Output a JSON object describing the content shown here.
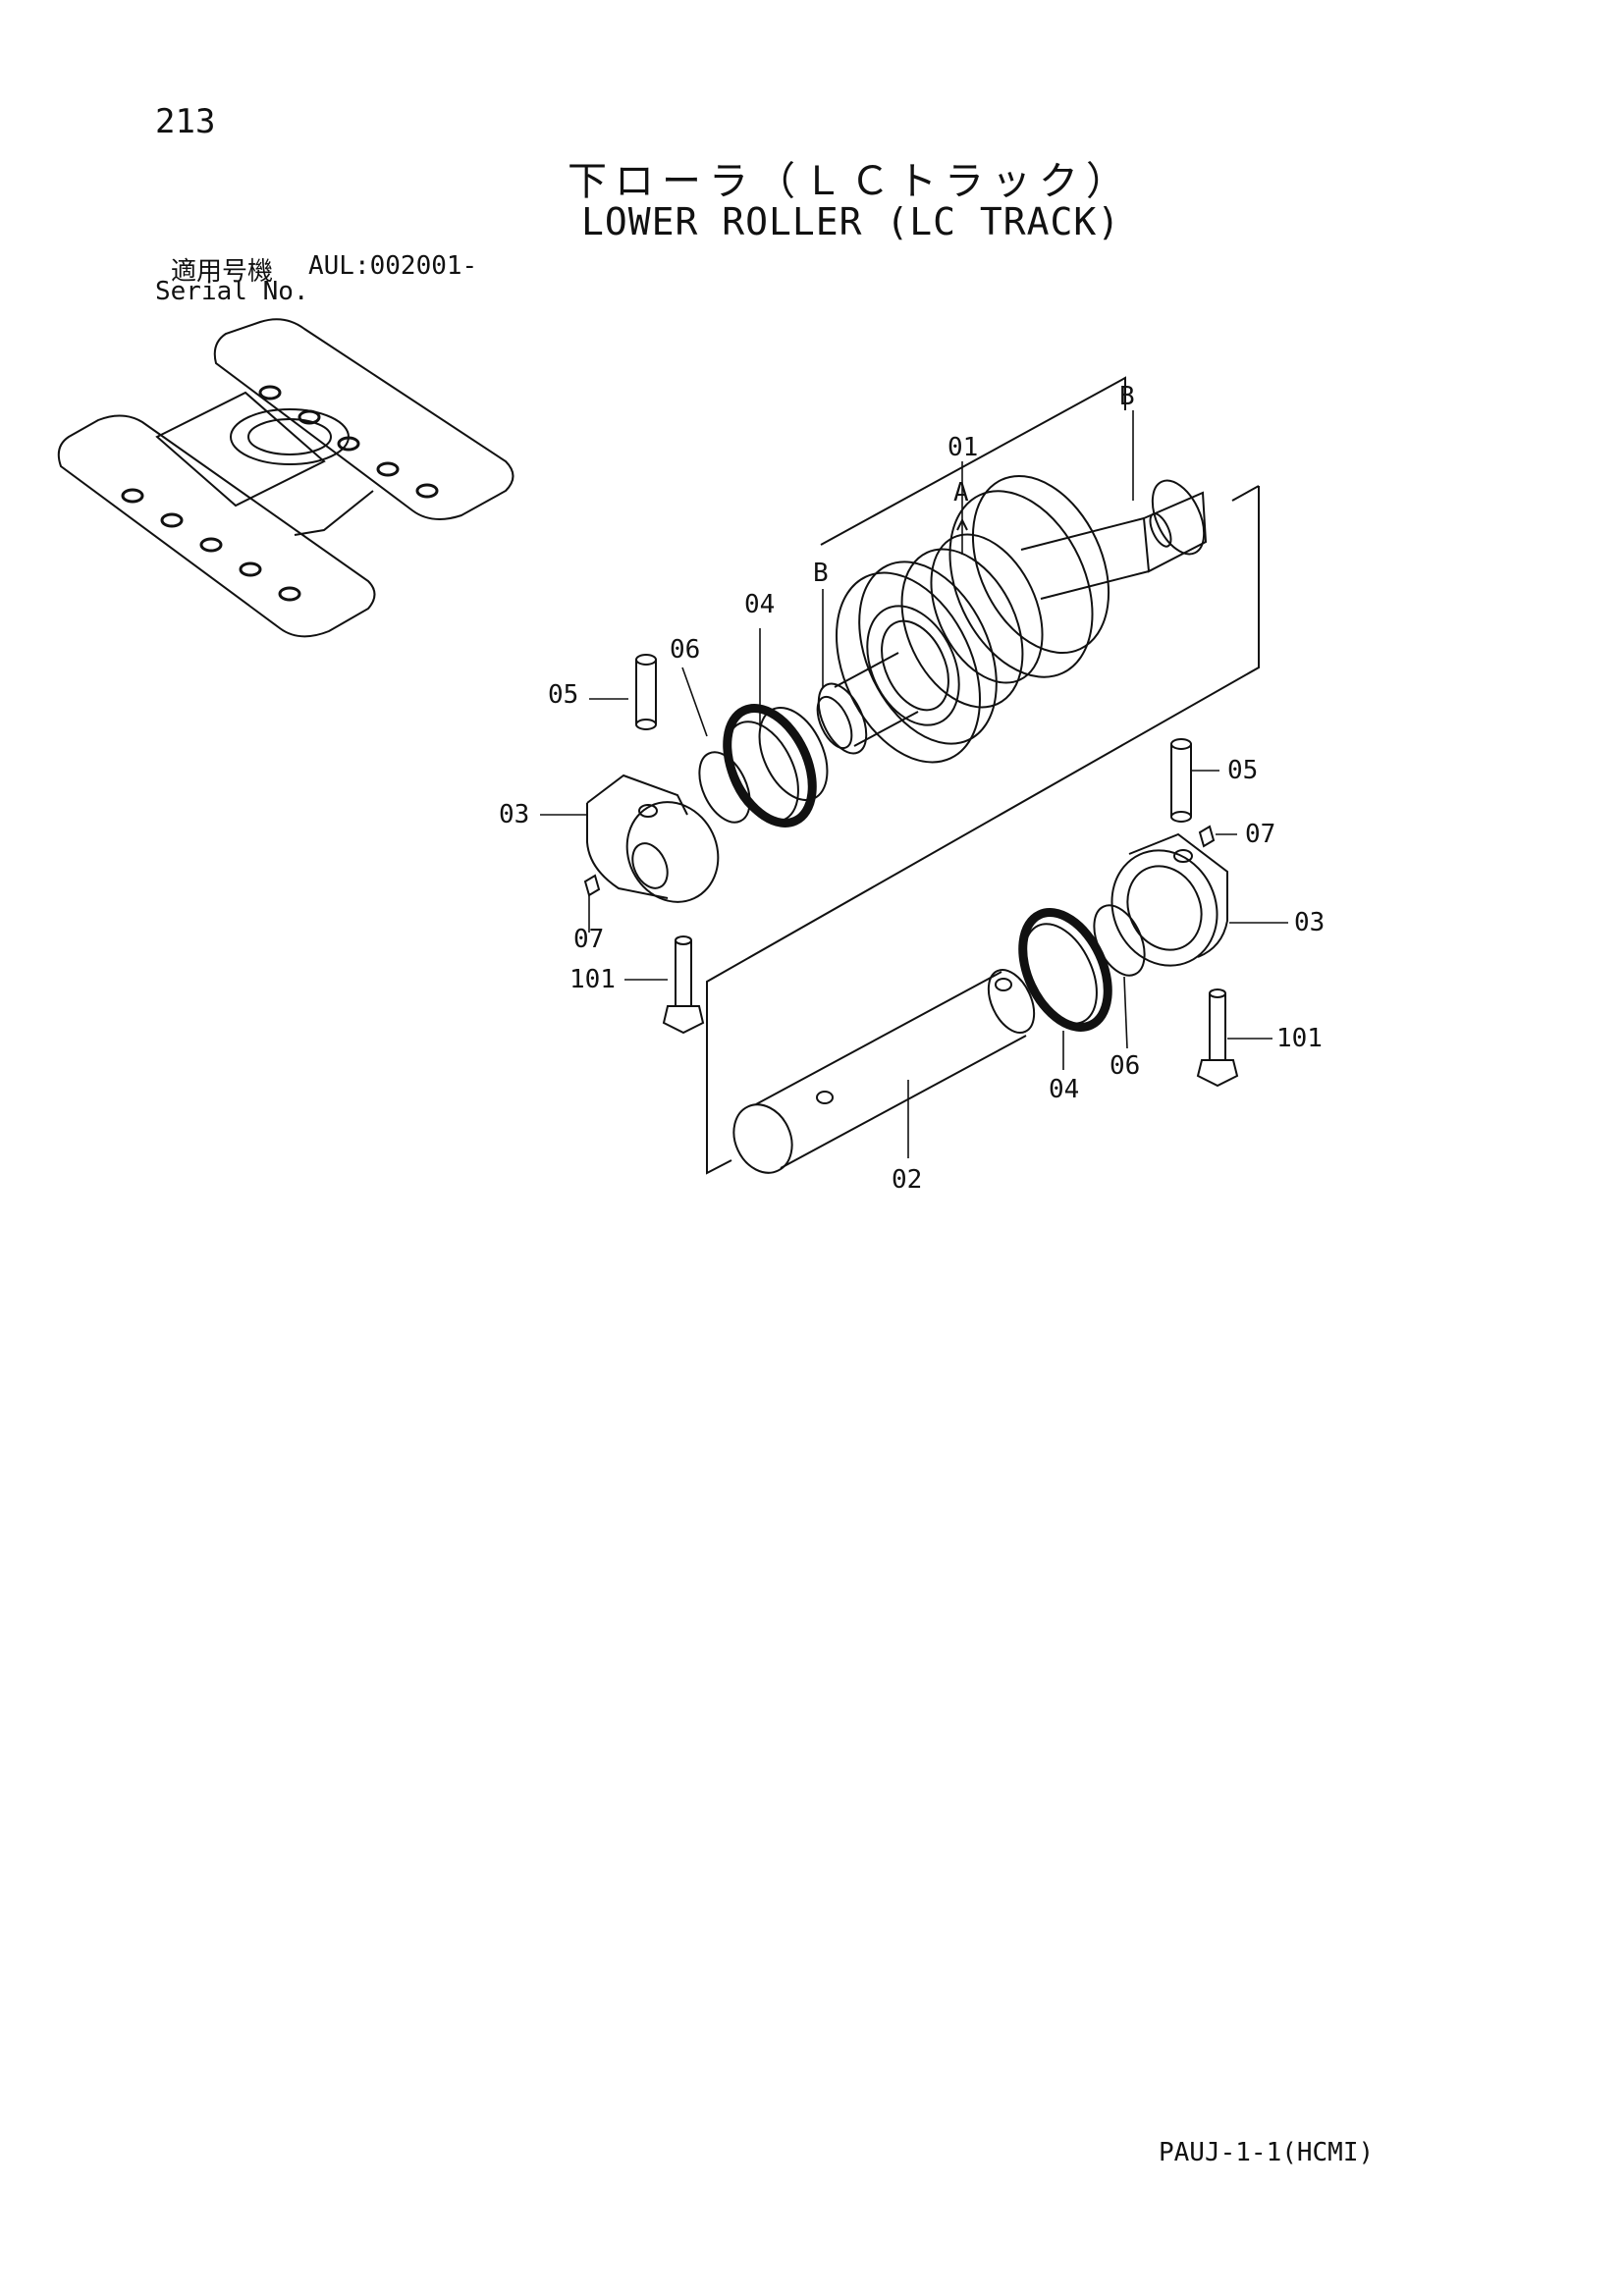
{
  "page": {
    "number": "213",
    "title_jp": "下ローラ（ＬＣトラック）",
    "title_en": "LOWER ROLLER (LC TRACK)",
    "serial_label_jp": "適用号機",
    "serial_code": "AUL:002001-",
    "serial_label_en": "Serial No.",
    "footer_code": "PAUJ-1-1(HCMI)"
  },
  "callouts": {
    "c01": "01",
    "cA": "A",
    "cB_top": "B",
    "cB_mid": "B",
    "c04_top": "04",
    "c06_top": "06",
    "c05_left": "05",
    "c03_left": "03",
    "c07_left": "07",
    "c101_left": "101",
    "c05_right": "05",
    "c07_right": "07",
    "c03_right": "03",
    "c101_right": "101",
    "c06_bottom": "06",
    "c04_bottom": "04",
    "c02": "02"
  }
}
